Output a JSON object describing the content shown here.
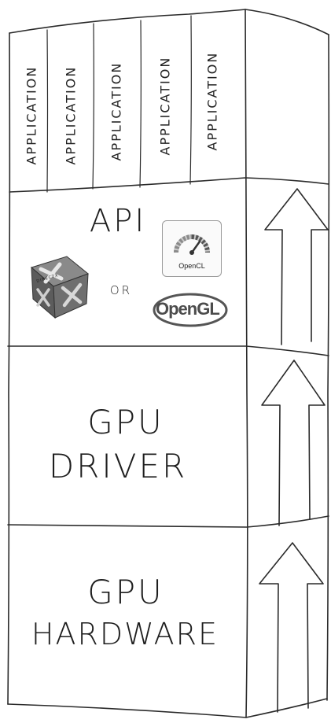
{
  "applications": [
    {
      "label": "APPLICATION"
    },
    {
      "label": "APPLICATION"
    },
    {
      "label": "APPLICATION"
    },
    {
      "label": "APPLICATION"
    },
    {
      "label": "APPLICATION"
    }
  ],
  "layers": {
    "api": {
      "title": "API",
      "or_text": "OR",
      "logos": {
        "directx": {
          "text": "DIRECTX",
          "icon": "directx-cube-icon"
        },
        "opencl": {
          "text": "OpenCL",
          "icon": "opencl-gauge-icon"
        },
        "opengl": {
          "text": "OpenGL",
          "icon": "opengl-logo"
        }
      }
    },
    "driver": {
      "line1": "GPU",
      "line2": "DRIVER"
    },
    "hardware": {
      "line1": "GPU",
      "line2": "HARDWARE"
    }
  },
  "colors": {
    "ink": "#2a2a2a",
    "cube": "#6b6b6b",
    "cube_dark": "#4a4a4a",
    "opencl_gauge": "#8a8a8a",
    "opengl_dark": "#5a5a5a"
  }
}
